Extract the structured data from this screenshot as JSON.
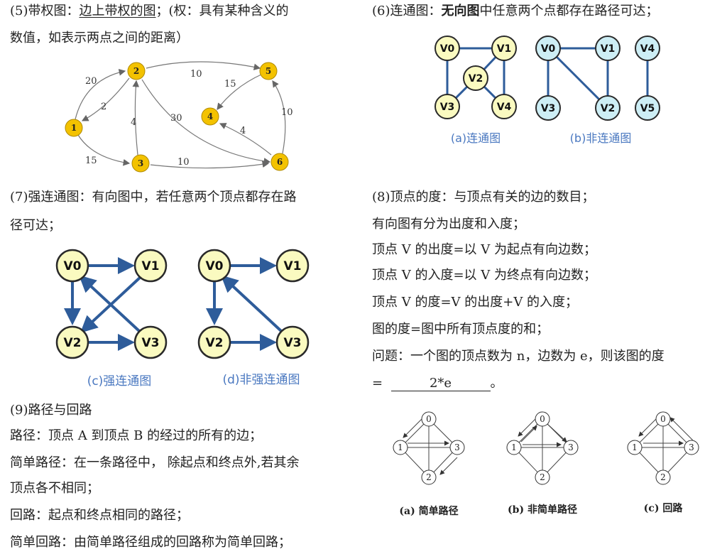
{
  "sec5": {
    "l1_a": "(5)带权图：",
    "l1_b": "边上带权的图",
    "l1_c": "；(权：具有某种含义的",
    "l2": "数值，如表示两点之间的距离）",
    "nodes": [
      "1",
      "2",
      "3",
      "4",
      "5",
      "6"
    ],
    "weights": [
      "20",
      "2",
      "15",
      "4",
      "10",
      "30",
      "10",
      "15",
      "4",
      "10"
    ]
  },
  "sec6": {
    "l1_a": "(6)连通图：",
    "l1_b": "无向图",
    "l1_c": "中任意两个点都存在路径可达；",
    "graph_a": {
      "nodes": [
        "V0",
        "V1",
        "V2",
        "V3",
        "V4"
      ],
      "caption": "(a)连通图"
    },
    "graph_b": {
      "nodes": [
        "V0",
        "V1",
        "V2",
        "V3",
        "V4",
        "V5"
      ],
      "caption": "(b)非连通图"
    }
  },
  "sec7": {
    "l1": "(7)强连通图：有向图中，若任意两个顶点都存在路",
    "l2": "径可达；",
    "graph_c": {
      "nodes": [
        "V0",
        "V1",
        "V2",
        "V3"
      ],
      "caption": "(c)强连通图"
    },
    "graph_d": {
      "nodes": [
        "V0",
        "V1",
        "V2",
        "V3"
      ],
      "caption": "(d)非强连通图"
    }
  },
  "sec8": {
    "lines": [
      "(8)顶点的度：与顶点有关的边的数目；",
      "有向图有分为出度和入度；",
      "顶点 V 的出度=以 V 为起点有向边数；",
      "顶点 V 的入度=以 V 为终点有向边数；",
      "顶点 V 的度=V 的出度+V 的入度；",
      "图的度=图中所有顶点度的和；",
      "问题：一个图的顶点数为 n，边数为 e，则该图的度"
    ],
    "answer_prefix": "=",
    "answer": "2*e",
    "answer_suffix": "。"
  },
  "sec9": {
    "lines": [
      "(9)路径与回路",
      "路径：顶点 A 到顶点 B 的经过的所有的边；",
      "简单路径：在一条路径中， 除起点和终点外,若其余",
      "顶点各不相同；",
      "回路：起点和终点相同的路径；",
      "简单回路：由简单路径组成的回路称为简单回路；"
    ],
    "paths": {
      "nodes": [
        "0",
        "1",
        "2",
        "3"
      ],
      "captions": [
        "(a) 简单路径",
        "(b) 非简单路径",
        "(c) 回路"
      ]
    }
  },
  "colors": {
    "yellow_node": "#f3c200",
    "pale_node": "#fafac0",
    "edge_blue": "#2e5c9a",
    "caption_blue": "#4a78c0"
  }
}
